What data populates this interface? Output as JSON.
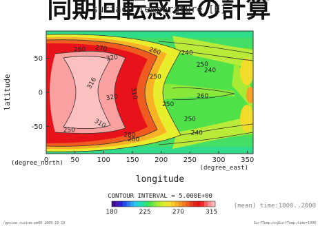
{
  "slide": {
    "heading": "同期回転惑星の計算"
  },
  "chart_data": {
    "type": "heatmap",
    "title": "surface temperature [K]",
    "xlabel": "longitude",
    "ylabel": "latitude",
    "x_unit": "(degree_east)",
    "y_unit": "(degree_north)",
    "xlim": [
      0,
      360
    ],
    "ylim": [
      -90,
      90
    ],
    "x_ticks": [
      "0",
      "50",
      "100",
      "150",
      "200",
      "250",
      "300",
      "350"
    ],
    "y_ticks": [
      "50",
      "0",
      "-50"
    ],
    "contour_interval_text": "CONTOUR INTERVAL = 5.000E+00",
    "colorbar_ticks": [
      "180",
      "225",
      "270",
      "315"
    ],
    "colorbar_levels": [
      180,
      185,
      190,
      195,
      200,
      205,
      210,
      215,
      220,
      225,
      230,
      235,
      240,
      245,
      250,
      255,
      260,
      265,
      270,
      275,
      280,
      285,
      290,
      295,
      300,
      305,
      310,
      315,
      320
    ],
    "colorbar_colors": [
      "#3a0a8c",
      "#4a14b4",
      "#2222d8",
      "#1f4be8",
      "#2a78f0",
      "#2aa6f0",
      "#28c8e6",
      "#22ddc6",
      "#1fe39a",
      "#2ee36a",
      "#52e64a",
      "#7ee83c",
      "#a8ec34",
      "#cbee2e",
      "#e6ee2c",
      "#f4e22a",
      "#f8cc28",
      "#f9b226",
      "#f89624",
      "#f47a22",
      "#ee5c20",
      "#e53c1e",
      "#e0261c",
      "#e8121a",
      "#f02828",
      "#f86060",
      "#fb9090",
      "#fcb4b4"
    ],
    "contour_labels": [
      "320",
      "316",
      "310",
      "320",
      "310",
      "280",
      "280",
      "270",
      "260",
      "250",
      "250",
      "240",
      "240",
      "250",
      "260",
      "250",
      "240",
      "260",
      "250"
    ],
    "annotation_right": "(mean) time:1000..2000",
    "footer_left": "/gpview_custom-pm08  2009-10-19",
    "footer_right": "SurfTemp.nc@SurfTemp,time=1000"
  }
}
